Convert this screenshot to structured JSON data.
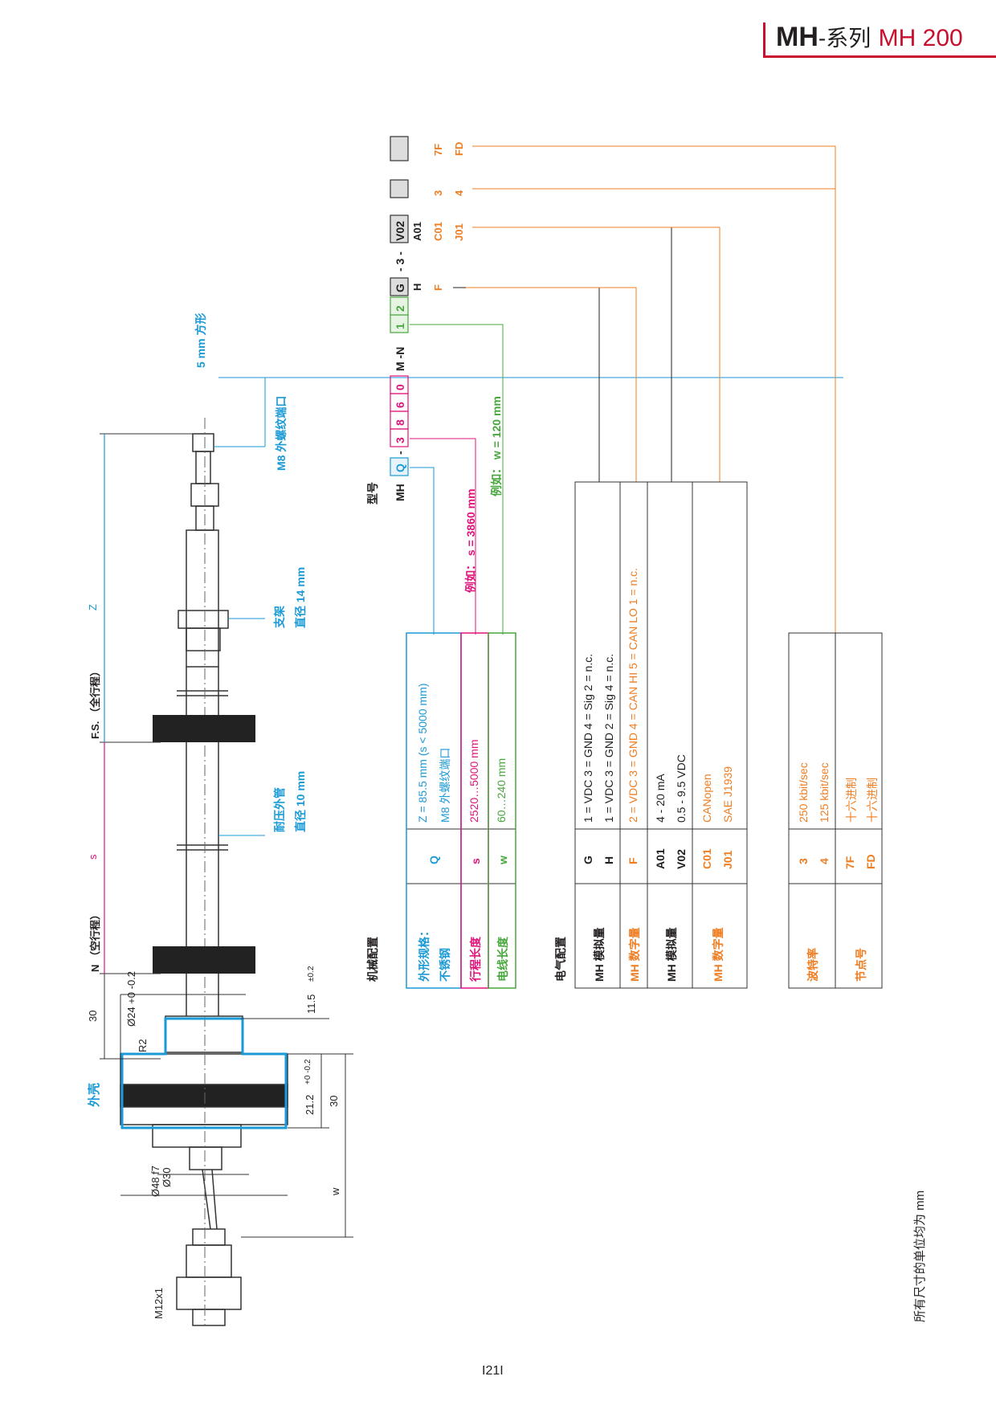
{
  "header": {
    "brand": "MH",
    "dash_series": "-系列",
    "model": "MH 200"
  },
  "drawing": {
    "tip_label": "5 mm 方形",
    "port_label": "M8 外螺纹端口",
    "bracket_label_1": "支架",
    "bracket_label_2": "直径 14 mm",
    "tube_label_1": "耐压外管",
    "tube_label_2": "直径 10 mm",
    "housing_label": "外壳",
    "dim_z": "Z",
    "dim_fs": "F.S. （全行程）",
    "dim_s": "s",
    "dim_n": "N （空行程）",
    "dim_30_left": "30",
    "dim_phi24": "Ø24 +0 -0.2",
    "dim_r2": "R2",
    "dim_11_5": "11.5",
    "dim_pm02": "±0.2",
    "dim_21_2": "21.2",
    "dim_21_2_tol": "+0 -0.2",
    "dim_30_right": "30",
    "dim_phi30": "Ø30",
    "dim_phi48": "Ø48 f7",
    "dim_w": "w",
    "dim_m12": "M12x1"
  },
  "model_code": {
    "title": "型号",
    "prefix": "MH",
    "q": "Q",
    "dash1": "-",
    "s_digits": [
      "3",
      "8",
      "6",
      "0"
    ],
    "mn": "M -N",
    "w_digits": [
      "1",
      "2"
    ],
    "g": "G",
    "dash3": "- 3 -",
    "v02": "V02",
    "sub_h": "H",
    "sub_f": "F",
    "sub_a01": "A01",
    "sub_c01": "C01",
    "sub_j01": "J01",
    "opt_3": "3",
    "opt_4": "4",
    "opt_7f": "7F",
    "opt_fd": "FD",
    "example_s": "例如： s = 3860 mm",
    "example_w": "例如： w = 120 mm"
  },
  "mech_config": {
    "title": "机械配置",
    "rows": [
      {
        "name": "外形规格：\n不锈钢",
        "code": "Q",
        "desc1": "Z = 85.5 mm (s < 5000 mm)",
        "desc2": "M8 外螺纹端口"
      },
      {
        "name": "行程长度",
        "code": "s",
        "desc1": "2520…5000 mm",
        "desc2": ""
      },
      {
        "name": "电线长度",
        "code": "w",
        "desc1": "60…240 mm",
        "desc2": ""
      }
    ]
  },
  "elec_config": {
    "title": "电气配置",
    "rows": [
      {
        "name": "MH 模拟量",
        "codes": [
          "G",
          "H"
        ],
        "descs": [
          "1 = VDC    3 = GND    4 = Sig    2 = n.c.",
          "1 = VDC    3 = GND    2 = Sig    4 = n.c."
        ]
      },
      {
        "name": "MH 数字量",
        "codes": [
          "F"
        ],
        "descs": [
          "2 = VDC    3 = GND    4 = CAN HI    5 = CAN LO    1 = n.c."
        ]
      },
      {
        "name": "MH 模拟量",
        "codes": [
          "A01",
          "V02"
        ],
        "descs": [
          "4 - 20 mA",
          "0.5 - 9.5 VDC"
        ]
      },
      {
        "name": "MH 数字量",
        "codes": [
          "C01",
          "J01"
        ],
        "descs": [
          "CANopen",
          "SAE J1939"
        ]
      }
    ]
  },
  "baud_config": {
    "rows": [
      {
        "name": "波特率",
        "codes": [
          "3",
          "4"
        ],
        "descs": [
          "250 kbit/sec",
          "125 kbit/sec"
        ]
      },
      {
        "name": "节点号",
        "codes": [
          "7F",
          "FD"
        ],
        "descs": [
          "十六进制",
          "十六进制"
        ]
      }
    ]
  },
  "footnote": "所有尺寸的单位均为 mm",
  "page_number": "I21I",
  "colors": {
    "red": "#c8102e",
    "blue": "#1a9ad6",
    "pink": "#e0137a",
    "green": "#47a73c",
    "orange": "#ef7d21"
  }
}
